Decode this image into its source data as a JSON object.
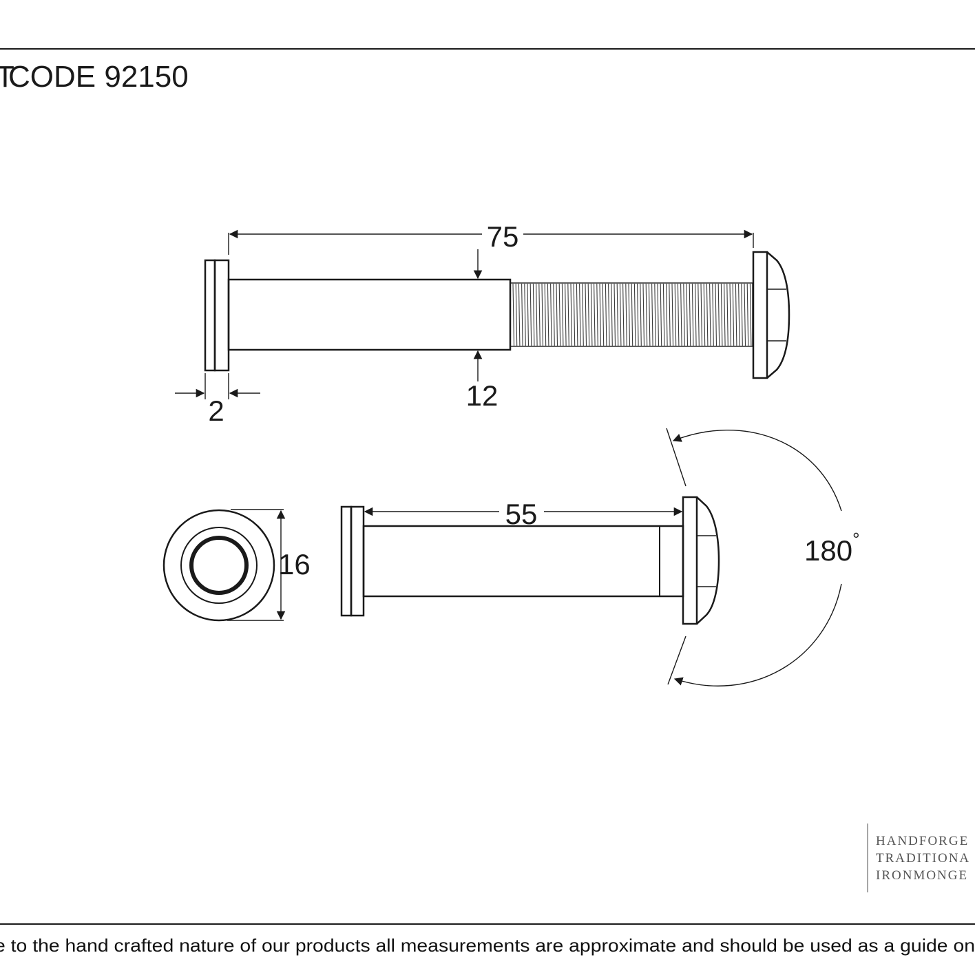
{
  "header": {
    "code_text": "CODE 92150",
    "cut_glyph": "T"
  },
  "dimensions": {
    "overall_length": "75",
    "diameter_body": "12",
    "flange_thickness": "2",
    "body_length": "55",
    "flange_diameter": "16",
    "viewing_angle": "180",
    "degree_symbol": "°"
  },
  "brand": {
    "line1": "HANDFORGE",
    "line2": "TRADITIONA",
    "line3": "IRONMONGE"
  },
  "footer": {
    "disclaimer": "e to the hand crafted nature of our products all measurements are approximate and should be used as a guide on"
  },
  "colors": {
    "ink": "#1a1a1a",
    "brand_grey": "#555555",
    "background": "#ffffff"
  }
}
